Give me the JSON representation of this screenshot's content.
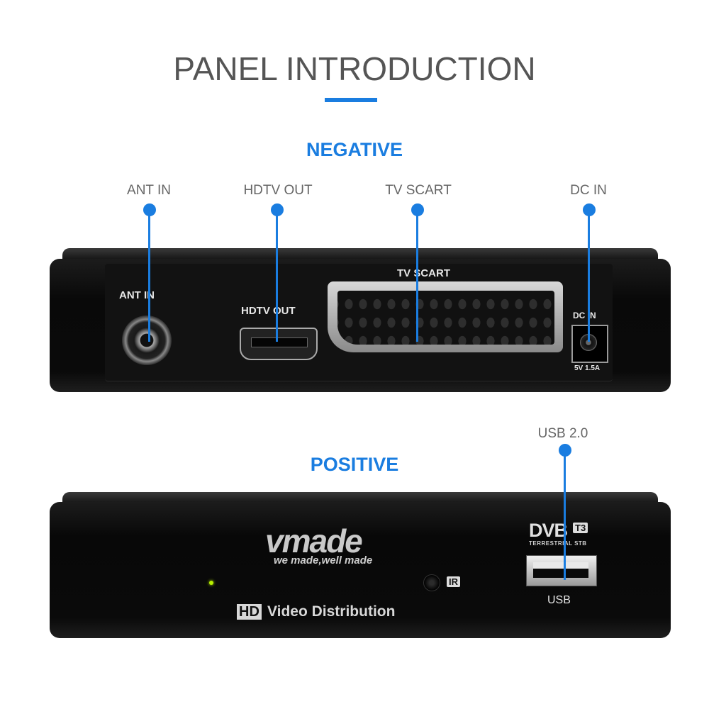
{
  "header": {
    "title": "PANEL INTRODUCTION"
  },
  "colors": {
    "accent": "#1a7de0",
    "title_gray": "#555555",
    "label_gray": "#666666",
    "device_black": "#0d0d0d"
  },
  "negative": {
    "title": "NEGATIVE",
    "callouts": {
      "ant_in": "ANT IN",
      "hdtv_out": "HDTV OUT",
      "tv_scart": "TV SCART",
      "dc_in": "DC IN"
    },
    "device_labels": {
      "ant_in": "ANT IN",
      "hdtv_out": "HDTV OUT",
      "tv_scart": "TV SCART",
      "dc_in": "DC IN",
      "power_spec": "5V 1.5A"
    }
  },
  "positive": {
    "title": "POSITIVE",
    "callouts": {
      "usb": "USB 2.0"
    },
    "device_labels": {
      "brand": "vmade",
      "slogan": "we made,well made",
      "dvb_logo": "DVB",
      "dvb_t3": "T3",
      "dvb_sub": "TERRESTRIAL STB",
      "ir": "IR",
      "hd": "HD",
      "distribution": "Video Distribution",
      "usb": "USB"
    }
  }
}
